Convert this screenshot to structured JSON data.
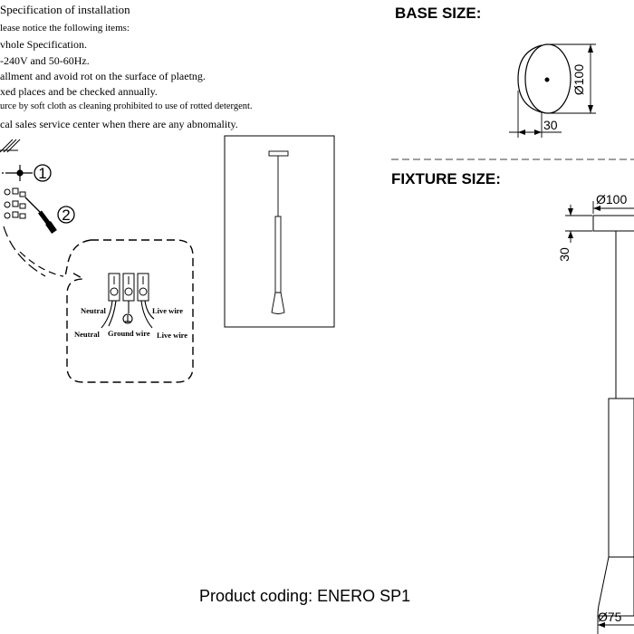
{
  "specification": {
    "title": "Specification of installation",
    "lines": [
      "lease notice the following items:",
      "vhole Specification.",
      "-240V and 50-60Hz.",
      "allment and avoid rot on the surface of plaetng.",
      "xed places and be checked annually.",
      "urce by soft cloth as cleaning prohibited to use of rotted detergent.",
      "cal sales service center when there are any abnomality."
    ]
  },
  "steps": {
    "step_1": "1",
    "step_2": "2"
  },
  "wiring": {
    "neutral_top": "Neutral",
    "live_top": "Live wire",
    "neutral_bottom": "Neutral",
    "ground_bottom": "Ground wire",
    "live_bottom": "Live wire"
  },
  "base_size": {
    "heading": "BASE SIZE:",
    "diameter_label": "Ø100",
    "depth_label": "30"
  },
  "fixture_size": {
    "heading": "FIXTURE SIZE:",
    "top_diameter_label": "Ø100",
    "canopy_height_label": "30",
    "shade_diameter_label": "Ø75"
  },
  "product": {
    "coding": "Product coding: ENERO SP1"
  }
}
